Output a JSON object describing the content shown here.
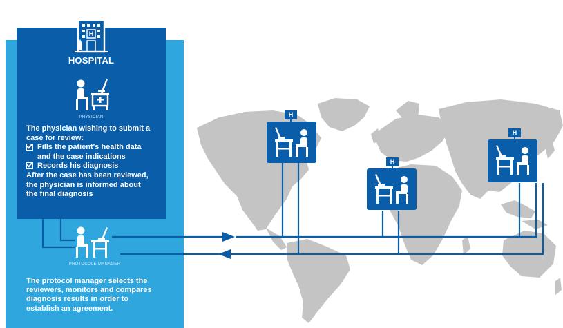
{
  "hospital": {
    "label": "HOSPITAL",
    "building_letter": "H"
  },
  "physician": {
    "role_label": "PHYSICIAN",
    "lines": [
      "The physician wishing to submit a",
      "case for review:"
    ],
    "checklist": [
      [
        "Fills the patient's health data",
        "and the case indications"
      ],
      [
        "Records his diagnosis"
      ]
    ],
    "closing_lines": [
      "After the case has been reviewed,",
      "the physician is informed about",
      "the final diagnosis"
    ]
  },
  "protocol_manager": {
    "role_label": "PROTOCOLE MANAGER",
    "lines": [
      "The protocol manager selects the",
      "reviewers, monitors and compares",
      "diagnosis results in order to",
      "establish an agreement."
    ]
  },
  "reviewer_sites": [
    {
      "badge": "H"
    },
    {
      "badge": "H"
    },
    {
      "badge": "H"
    }
  ],
  "colors": {
    "dark_blue": "#0a5ea9",
    "light_blue": "#2fa6de",
    "map_gray": "#c4c4c4"
  },
  "icons": [
    "hospital-building-icon",
    "physician-at-desk-icon",
    "protocol-manager-icon",
    "reviewer-icon",
    "checkbox-icon",
    "arrow-right-icon",
    "arrow-left-icon"
  ]
}
